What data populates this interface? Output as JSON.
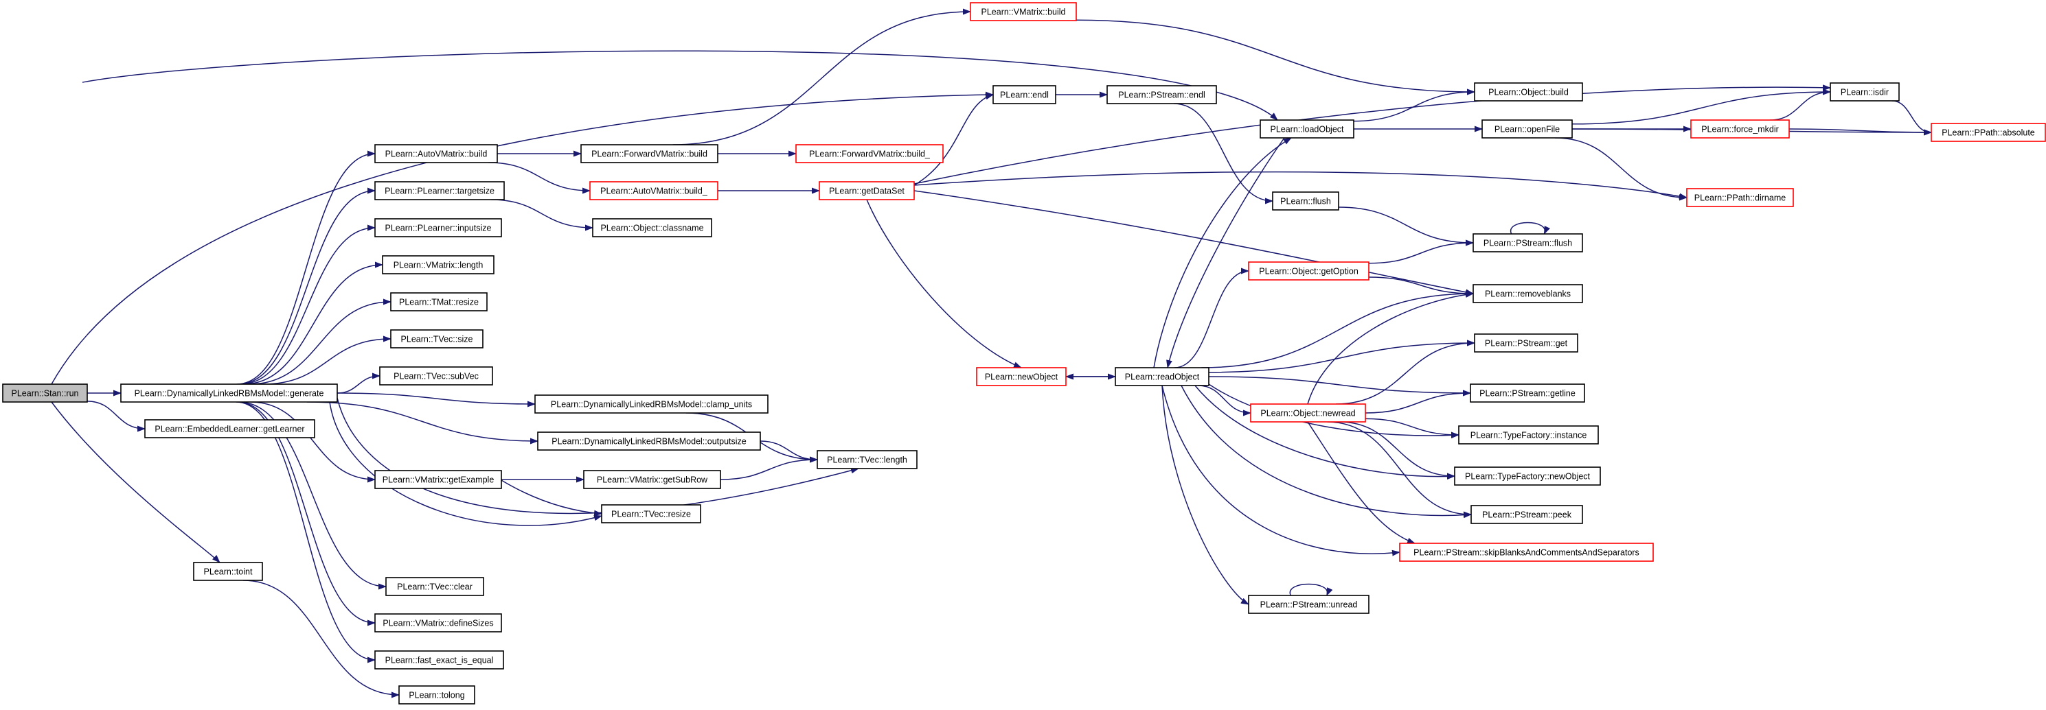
{
  "colors": {
    "edge": "#191970",
    "node_border": "#000000",
    "node_border_truncated": "#ff0000",
    "root_fill": "#bfbfbf",
    "node_fill": "#ffffff"
  },
  "nodes": [
    {
      "id": "stan_run",
      "label": "PLearn::Stan::run",
      "style": "root"
    },
    {
      "id": "dlrbm_generate",
      "label": "PLearn::DynamicallyLinkedRBMsModel::generate",
      "style": "normal"
    },
    {
      "id": "emb_getlearner",
      "label": "PLearn::EmbeddedLearner::getLearner",
      "style": "normal"
    },
    {
      "id": "toint",
      "label": "PLearn::toint",
      "style": "normal"
    },
    {
      "id": "tolong",
      "label": "PLearn::tolong",
      "style": "normal"
    },
    {
      "id": "autovm_build",
      "label": "PLearn::AutoVMatrix::build",
      "style": "normal"
    },
    {
      "id": "pl_targetsize",
      "label": "PLearn::PLearner::targetsize",
      "style": "normal"
    },
    {
      "id": "pl_inputsize",
      "label": "PLearn::PLearner::inputsize",
      "style": "normal"
    },
    {
      "id": "vm_length",
      "label": "PLearn::VMatrix::length",
      "style": "normal"
    },
    {
      "id": "tmat_resize",
      "label": "PLearn::TMat::resize",
      "style": "normal"
    },
    {
      "id": "tvec_size",
      "label": "PLearn::TVec::size",
      "style": "normal"
    },
    {
      "id": "tvec_subvec",
      "label": "PLearn::TVec::subVec",
      "style": "normal"
    },
    {
      "id": "vm_getexample",
      "label": "PLearn::VMatrix::getExample",
      "style": "normal"
    },
    {
      "id": "tvec_clear",
      "label": "PLearn::TVec::clear",
      "style": "normal"
    },
    {
      "id": "vm_definesizes",
      "label": "PLearn::VMatrix::defineSizes",
      "style": "normal"
    },
    {
      "id": "fast_exact",
      "label": "PLearn::fast_exact_is_equal",
      "style": "normal"
    },
    {
      "id": "fwdvm_build",
      "label": "PLearn::ForwardVMatrix::build",
      "style": "normal"
    },
    {
      "id": "autovm_build_",
      "label": "PLearn::AutoVMatrix::build_",
      "style": "truncated"
    },
    {
      "id": "obj_classname",
      "label": "PLearn::Object::classname",
      "style": "normal"
    },
    {
      "id": "dlrbm_clamp",
      "label": "PLearn::DynamicallyLinkedRBMsModel::clamp_units",
      "style": "normal"
    },
    {
      "id": "dlrbm_outputsize",
      "label": "PLearn::DynamicallyLinkedRBMsModel::outputsize",
      "style": "normal"
    },
    {
      "id": "vm_getsubrow",
      "label": "PLearn::VMatrix::getSubRow",
      "style": "normal"
    },
    {
      "id": "tvec_resize",
      "label": "PLearn::TVec::resize",
      "style": "normal"
    },
    {
      "id": "vm_build",
      "label": "PLearn::VMatrix::build",
      "style": "truncated"
    },
    {
      "id": "endl",
      "label": "PLearn::endl",
      "style": "normal"
    },
    {
      "id": "fwdvm_build_",
      "label": "PLearn::ForwardVMatrix::build_",
      "style": "truncated"
    },
    {
      "id": "getdataset",
      "label": "PLearn::getDataSet",
      "style": "truncated"
    },
    {
      "id": "tvec_length",
      "label": "PLearn::TVec::length",
      "style": "normal"
    },
    {
      "id": "pstream_endl",
      "label": "PLearn::PStream::endl",
      "style": "normal"
    },
    {
      "id": "newobject",
      "label": "PLearn::newObject",
      "style": "truncated"
    },
    {
      "id": "readobject",
      "label": "PLearn::readObject",
      "style": "normal"
    },
    {
      "id": "loadobject",
      "label": "PLearn::loadObject",
      "style": "normal"
    },
    {
      "id": "flush",
      "label": "PLearn::flush",
      "style": "normal"
    },
    {
      "id": "obj_getoption",
      "label": "PLearn::Object::getOption",
      "style": "truncated"
    },
    {
      "id": "obj_newread",
      "label": "PLearn::Object::newread",
      "style": "truncated"
    },
    {
      "id": "pstream_unread",
      "label": "PLearn::PStream::unread",
      "style": "normal"
    },
    {
      "id": "obj_build",
      "label": "PLearn::Object::build",
      "style": "normal"
    },
    {
      "id": "openfile",
      "label": "PLearn::openFile",
      "style": "normal"
    },
    {
      "id": "pstream_flush",
      "label": "PLearn::PStream::flush",
      "style": "normal"
    },
    {
      "id": "removeblanks",
      "label": "PLearn::removeblanks",
      "style": "normal"
    },
    {
      "id": "pstream_get",
      "label": "PLearn::PStream::get",
      "style": "normal"
    },
    {
      "id": "pstream_getline",
      "label": "PLearn::PStream::getline",
      "style": "normal"
    },
    {
      "id": "tf_instance",
      "label": "PLearn::TypeFactory::instance",
      "style": "normal"
    },
    {
      "id": "tf_newobject",
      "label": "PLearn::TypeFactory::newObject",
      "style": "normal"
    },
    {
      "id": "pstream_peek",
      "label": "PLearn::PStream::peek",
      "style": "normal"
    },
    {
      "id": "pstream_skip",
      "label": "PLearn::PStream::skipBlanksAndCommentsAndSeparators",
      "style": "truncated"
    },
    {
      "id": "isdir",
      "label": "PLearn::isdir",
      "style": "normal"
    },
    {
      "id": "force_mkdir",
      "label": "PLearn::force_mkdir",
      "style": "truncated"
    },
    {
      "id": "ppath_dirname",
      "label": "PLearn::PPath::dirname",
      "style": "truncated"
    },
    {
      "id": "ppath_absolute",
      "label": "PLearn::PPath::absolute",
      "style": "truncated"
    }
  ],
  "edges": [
    [
      "stan_run",
      "dlrbm_generate"
    ],
    [
      "stan_run",
      "emb_getlearner"
    ],
    [
      "stan_run",
      "toint"
    ],
    [
      "stan_run",
      "endl"
    ],
    [
      "stan_run",
      "loadobject"
    ],
    [
      "toint",
      "tolong"
    ],
    [
      "dlrbm_generate",
      "autovm_build"
    ],
    [
      "dlrbm_generate",
      "pl_targetsize"
    ],
    [
      "dlrbm_generate",
      "pl_inputsize"
    ],
    [
      "dlrbm_generate",
      "vm_length"
    ],
    [
      "dlrbm_generate",
      "tmat_resize"
    ],
    [
      "dlrbm_generate",
      "tvec_size"
    ],
    [
      "dlrbm_generate",
      "tvec_subvec"
    ],
    [
      "dlrbm_generate",
      "dlrbm_clamp"
    ],
    [
      "dlrbm_generate",
      "dlrbm_outputsize"
    ],
    [
      "dlrbm_generate",
      "vm_getexample"
    ],
    [
      "dlrbm_generate",
      "tvec_resize"
    ],
    [
      "dlrbm_generate",
      "tvec_length"
    ],
    [
      "dlrbm_generate",
      "tvec_clear"
    ],
    [
      "dlrbm_generate",
      "vm_definesizes"
    ],
    [
      "dlrbm_generate",
      "fast_exact"
    ],
    [
      "autovm_build",
      "fwdvm_build"
    ],
    [
      "autovm_build",
      "autovm_build_"
    ],
    [
      "pl_targetsize",
      "obj_classname"
    ],
    [
      "fwdvm_build",
      "vm_build"
    ],
    [
      "fwdvm_build",
      "fwdvm_build_"
    ],
    [
      "autovm_build_",
      "getdataset"
    ],
    [
      "vm_getexample",
      "vm_getsubrow"
    ],
    [
      "vm_getexample",
      "tvec_resize"
    ],
    [
      "vm_getsubrow",
      "tvec_length"
    ],
    [
      "dlrbm_clamp",
      "tvec_length"
    ],
    [
      "dlrbm_outputsize",
      "tvec_length"
    ],
    [
      "vm_build",
      "obj_build"
    ],
    [
      "getdataset",
      "endl"
    ],
    [
      "getdataset",
      "isdir"
    ],
    [
      "getdataset",
      "ppath_dirname"
    ],
    [
      "getdataset",
      "removeblanks"
    ],
    [
      "getdataset",
      "newobject"
    ],
    [
      "endl",
      "pstream_endl"
    ],
    [
      "pstream_endl",
      "flush"
    ],
    [
      "newobject",
      "readobject"
    ],
    [
      "readobject",
      "newobject"
    ],
    [
      "readobject",
      "loadobject"
    ],
    [
      "readobject",
      "obj_getoption"
    ],
    [
      "readobject",
      "removeblanks"
    ],
    [
      "readobject",
      "pstream_get"
    ],
    [
      "readobject",
      "pstream_getline"
    ],
    [
      "readobject",
      "obj_newread"
    ],
    [
      "readobject",
      "tf_instance"
    ],
    [
      "readobject",
      "tf_newobject"
    ],
    [
      "readobject",
      "pstream_peek"
    ],
    [
      "readobject",
      "pstream_skip"
    ],
    [
      "readobject",
      "pstream_unread"
    ],
    [
      "loadobject",
      "readobject"
    ],
    [
      "loadobject",
      "obj_build"
    ],
    [
      "loadobject",
      "openfile"
    ],
    [
      "openfile",
      "isdir"
    ],
    [
      "openfile",
      "force_mkdir"
    ],
    [
      "openfile",
      "ppath_absolute"
    ],
    [
      "openfile",
      "ppath_dirname"
    ],
    [
      "force_mkdir",
      "isdir"
    ],
    [
      "force_mkdir",
      "ppath_absolute"
    ],
    [
      "isdir",
      "ppath_absolute"
    ],
    [
      "flush",
      "pstream_flush"
    ],
    [
      "pstream_flush",
      "pstream_flush"
    ],
    [
      "obj_getoption",
      "pstream_flush"
    ],
    [
      "obj_getoption",
      "removeblanks"
    ],
    [
      "obj_newread",
      "removeblanks"
    ],
    [
      "obj_newread",
      "pstream_get"
    ],
    [
      "obj_newread",
      "pstream_getline"
    ],
    [
      "obj_newread",
      "tf_instance"
    ],
    [
      "obj_newread",
      "tf_newobject"
    ],
    [
      "obj_newread",
      "pstream_peek"
    ],
    [
      "obj_newread",
      "pstream_skip"
    ],
    [
      "pstream_unread",
      "pstream_unread"
    ]
  ]
}
